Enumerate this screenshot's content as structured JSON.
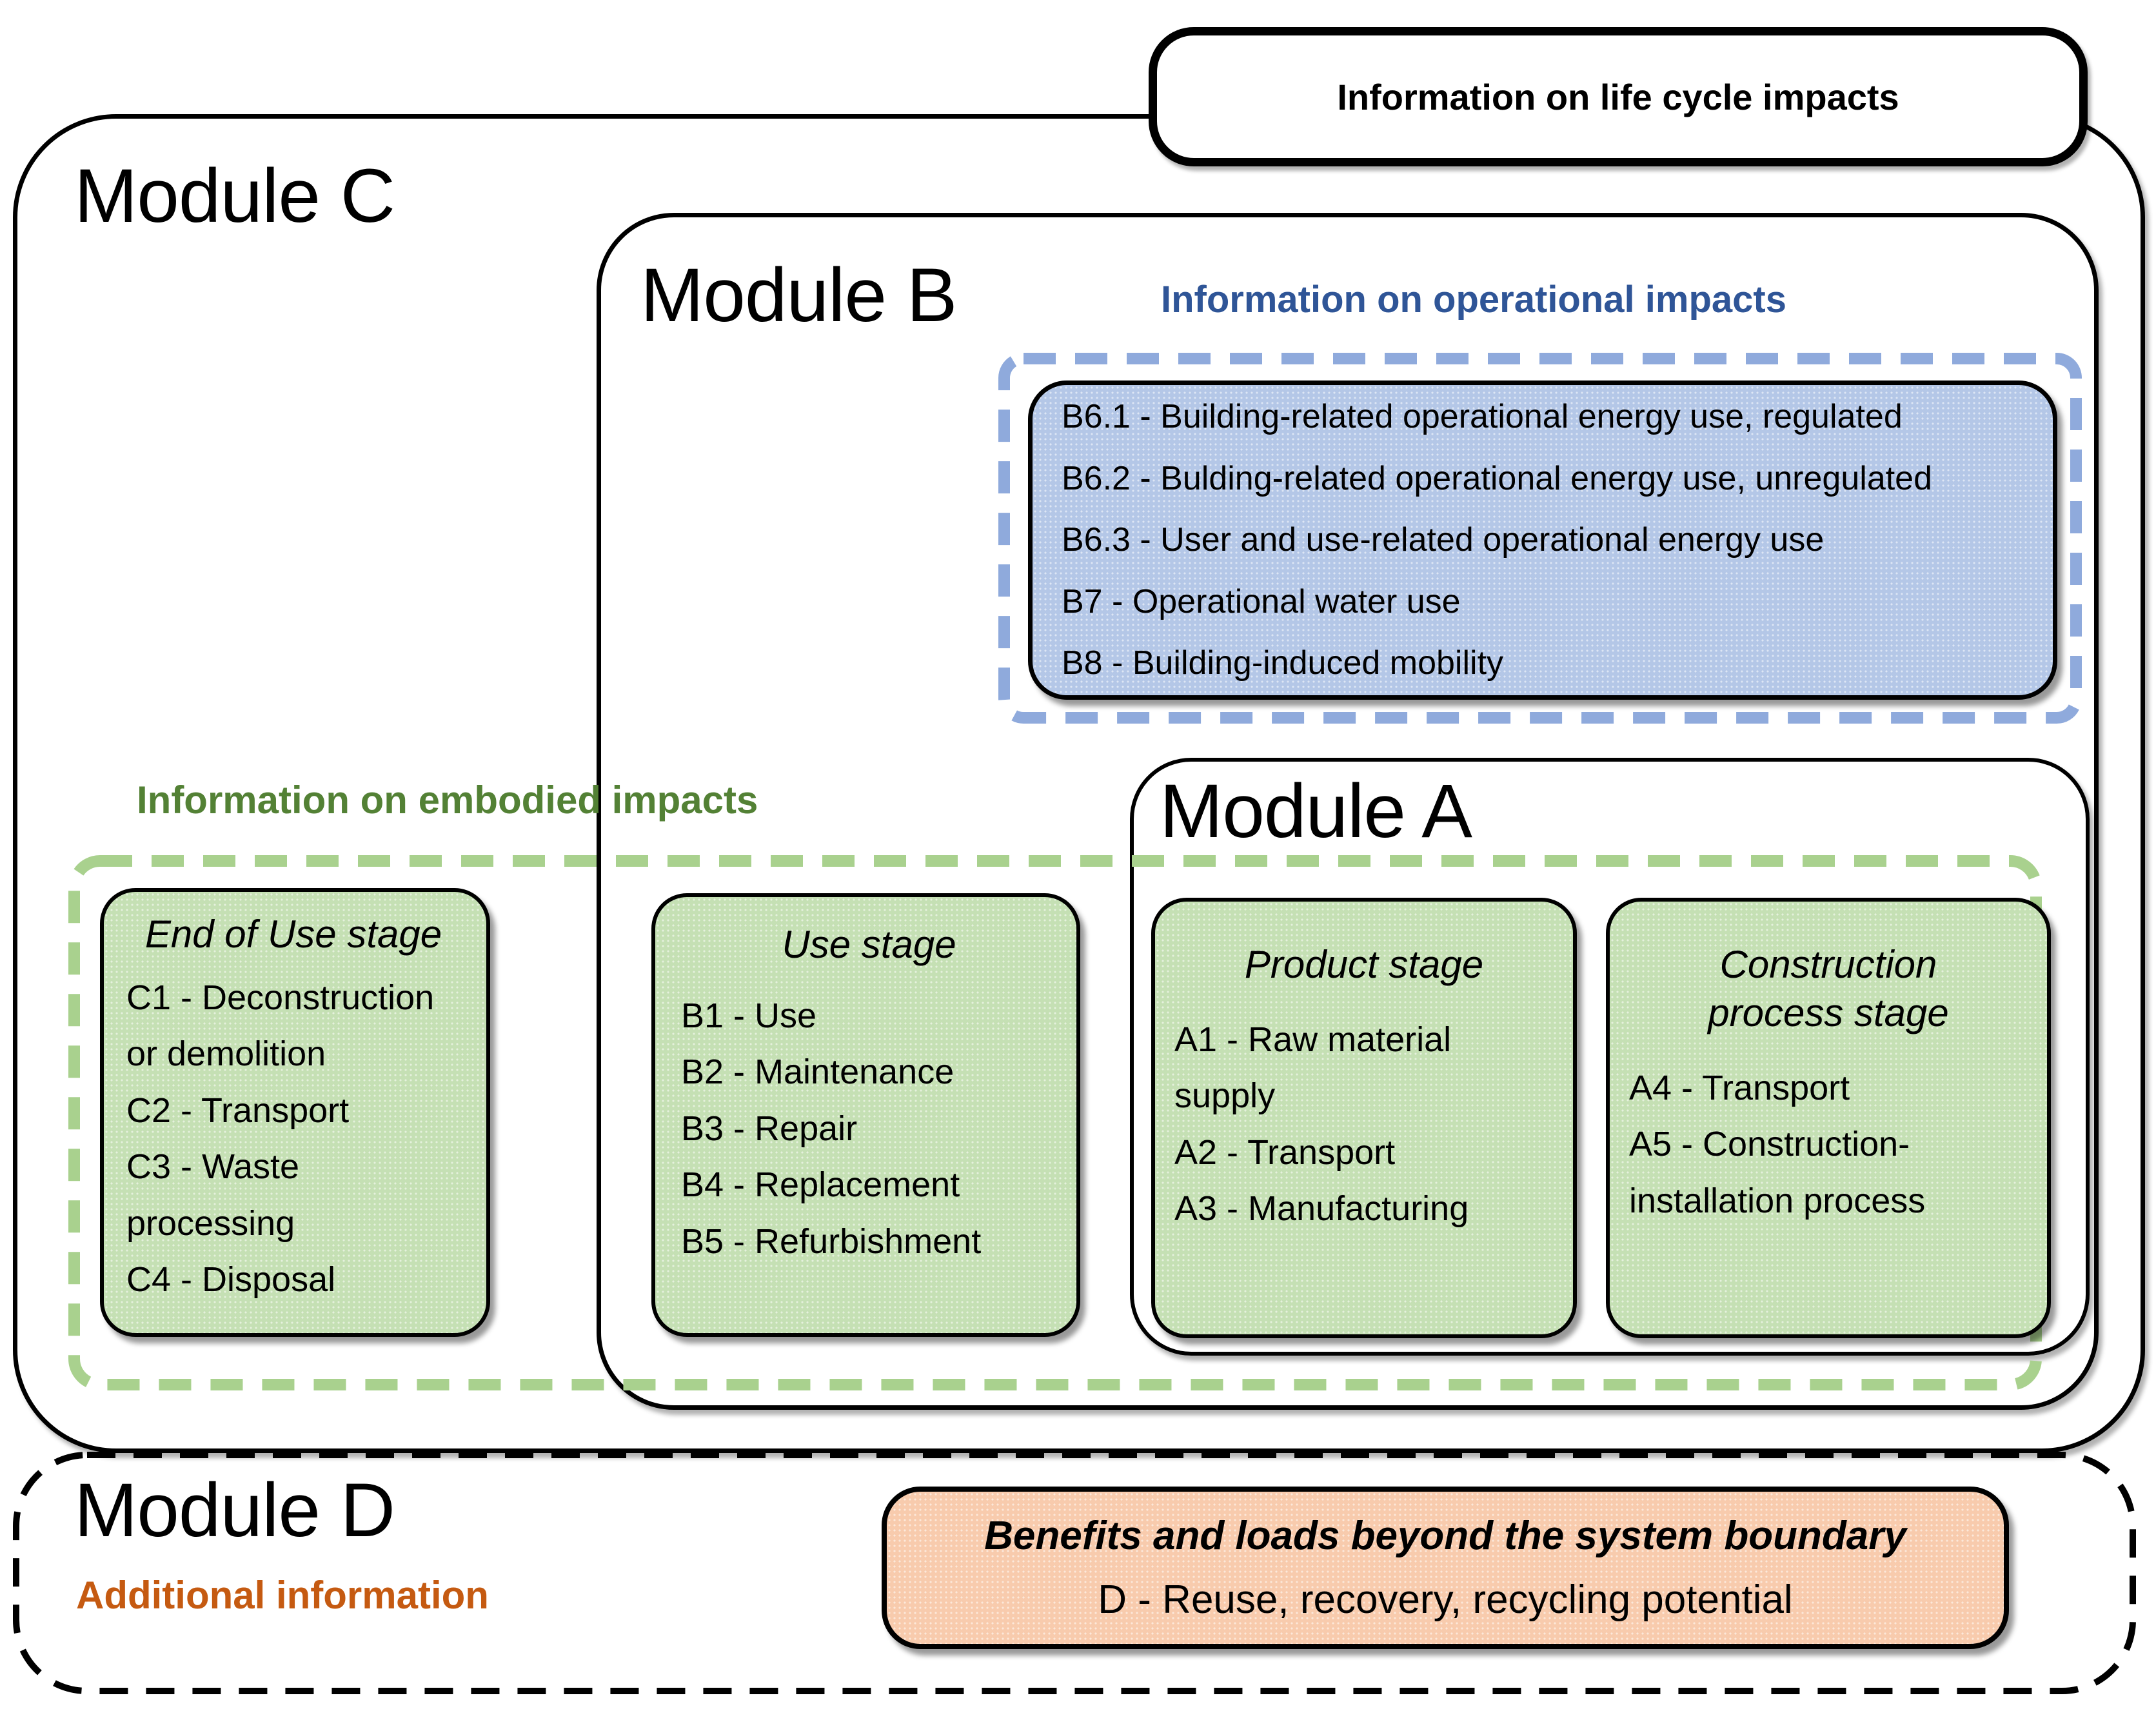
{
  "colors": {
    "outline": "#000000",
    "operational_accent": "#2f5597",
    "operational_dash": "#8faadc",
    "operational_fill": "#b4c7e7",
    "embodied_accent": "#538135",
    "embodied_dash": "#a9d18e",
    "embodied_fill": "#c5e0b4",
    "additional_accent": "#c55a11",
    "additional_fill": "#f8cbad"
  },
  "lifecycle": {
    "label": "Information on life cycle impacts"
  },
  "modules": {
    "c": {
      "label": "Module C"
    },
    "b": {
      "label": "Module B"
    },
    "a": {
      "label": "Module A"
    },
    "d": {
      "label": "Module D",
      "subtitle": "Additional information"
    }
  },
  "operational": {
    "heading": "Information on operational impacts",
    "items": [
      "B6.1 - Building-related operational energy use, regulated",
      "B6.2 - Bulding-related operational energy use, unregulated",
      "B6.3 - User and use-related operational energy use",
      "B7 - Operational water use",
      "B8 - Building-induced mobility"
    ]
  },
  "embodied": {
    "heading": "Information on embodied impacts",
    "stages": {
      "end_of_use": {
        "title": "End of Use stage",
        "items": [
          "C1 - Deconstruction or demolition",
          "C2 - Transport",
          "C3 - Waste processing",
          "C4 - Disposal"
        ]
      },
      "use": {
        "title": "Use stage",
        "items": [
          "B1 - Use",
          "B2 - Maintenance",
          "B3 - Repair",
          "B4 - Replacement",
          "B5 - Refurbishment"
        ]
      },
      "product": {
        "title": "Product stage",
        "items": [
          "A1 - Raw material supply",
          "A2 - Transport",
          "A3 - Manufacturing"
        ]
      },
      "construction": {
        "title": "Construction process stage",
        "items": [
          "A4 - Transport",
          "A5 - Construction-installation process"
        ]
      }
    }
  },
  "additional": {
    "box_title": "Benefits and loads beyond the system boundary",
    "box_item": "D - Reuse, recovery, recycling potential"
  }
}
